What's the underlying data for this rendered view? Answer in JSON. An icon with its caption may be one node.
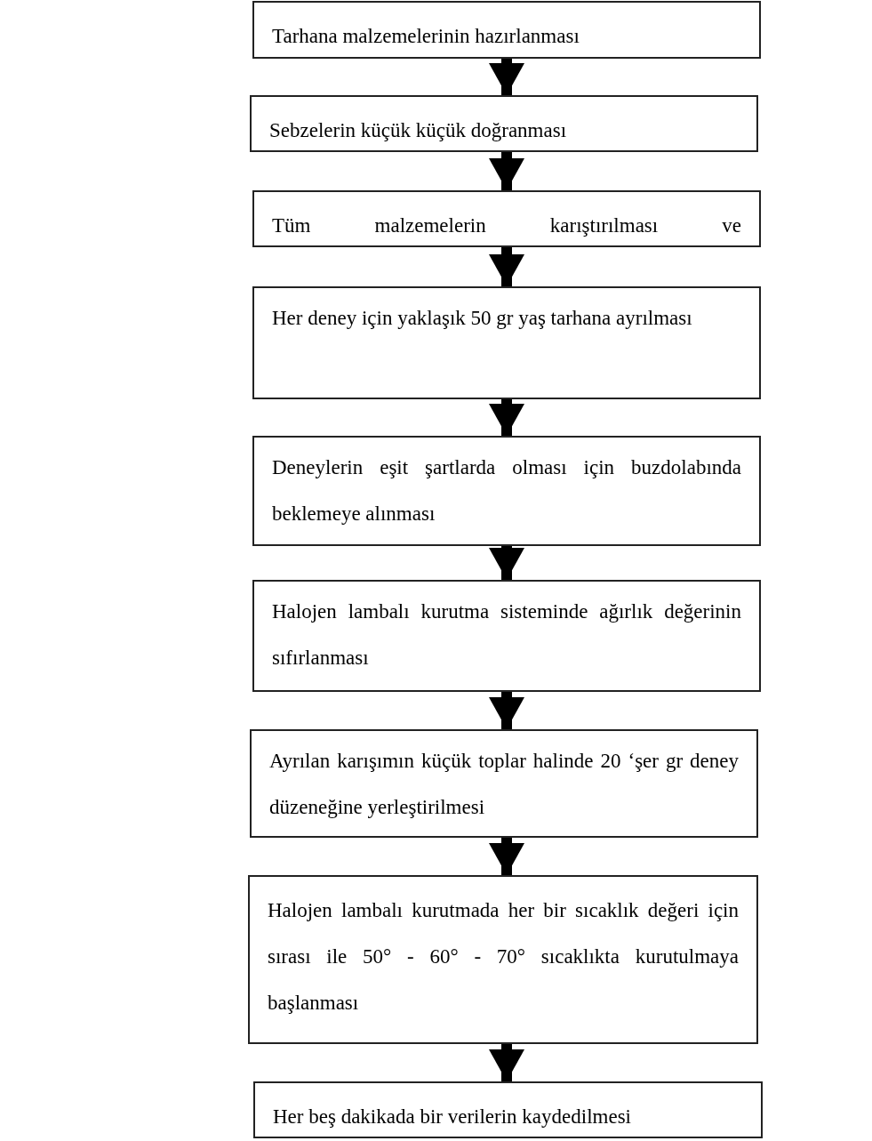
{
  "diagram": {
    "nodes": [
      {
        "text": [
          "Tarhana malzemelerinin hazırlanması"
        ]
      },
      {
        "text": [
          "Sebzelerin küçük küçük doğranması"
        ]
      },
      {
        "text": [
          "Tüm malzemelerin karıştırılması ve"
        ]
      },
      {
        "text": [
          "Her deney için yaklaşık 50 gr yaş tarhana ayrılması"
        ]
      },
      {
        "text": [
          "Deneylerin eşit şartlarda olması için buzdolabında beklemeye alınması"
        ]
      },
      {
        "text": [
          "Halojen lambalı kurutma sisteminde ağırlık değerinin sıfırlanması"
        ]
      },
      {
        "text": [
          "Ayrılan karışımın küçük toplar halinde 20 ‘şer gr deney düzeneğine yerleştirilmesi"
        ]
      },
      {
        "text": [
          "Halojen lambalı kurutmada her bir sıcaklık değeri için sırası ile 50° - 60° - 70° sıcaklıkta kurutulmaya başlanması"
        ]
      },
      {
        "text": [
          "Her beş dakikada bir verilerin kaydedilmesi"
        ]
      }
    ],
    "edges": [
      {
        "from": 0,
        "to": 1,
        "arrow": "to"
      },
      {
        "from": 1,
        "to": 2,
        "arrow": "to"
      },
      {
        "from": 2,
        "to": 3,
        "arrow": "to"
      },
      {
        "from": 3,
        "to": 4,
        "arrow": "to"
      },
      {
        "from": 4,
        "to": 5,
        "arrow": "to"
      },
      {
        "from": 5,
        "to": 6,
        "arrow": "to"
      },
      {
        "from": 6,
        "to": 7,
        "arrow": "to"
      },
      {
        "from": 7,
        "to": 8,
        "arrow": "to"
      }
    ]
  }
}
